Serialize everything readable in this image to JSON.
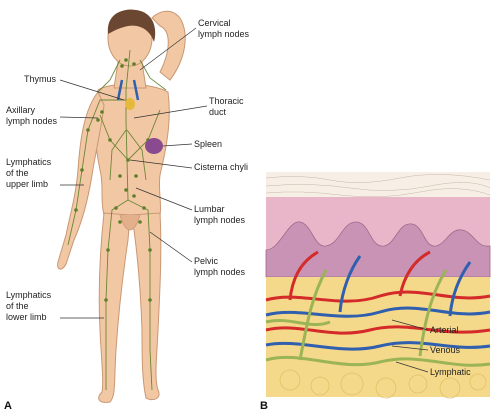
{
  "figure": {
    "panel_a": {
      "letter": "A",
      "labels": {
        "cervical": "Cervical\nlymph nodes",
        "thymus": "Thymus",
        "thoracic_duct": "Thoracic\nduct",
        "axillary": "Axillary\nlymph nodes",
        "spleen": "Spleen",
        "cisterna": "Cisterna chyli",
        "upper_limb": "Lymphatics\nof the\nupper limb",
        "lumbar": "Lumbar\nlymph nodes",
        "pelvic": "Pelvic\nlymph nodes",
        "lower_limb": "Lymphatics\nof the\nlower limb"
      }
    },
    "panel_b": {
      "letter": "B",
      "labels": {
        "arterial": "Arterial",
        "venous": "Venous",
        "lymphatic": "Lymphatic"
      }
    },
    "colors": {
      "skin": "#f2c8a4",
      "skin_outline": "#c99774",
      "hair": "#6b4630",
      "lymph": "#5e7f2a",
      "vein": "#2f5fae",
      "artery": "#d42a2a",
      "spleen": "#8a4a8f",
      "dermis": "#e8b6c8",
      "fat": "#f5d98a"
    }
  }
}
